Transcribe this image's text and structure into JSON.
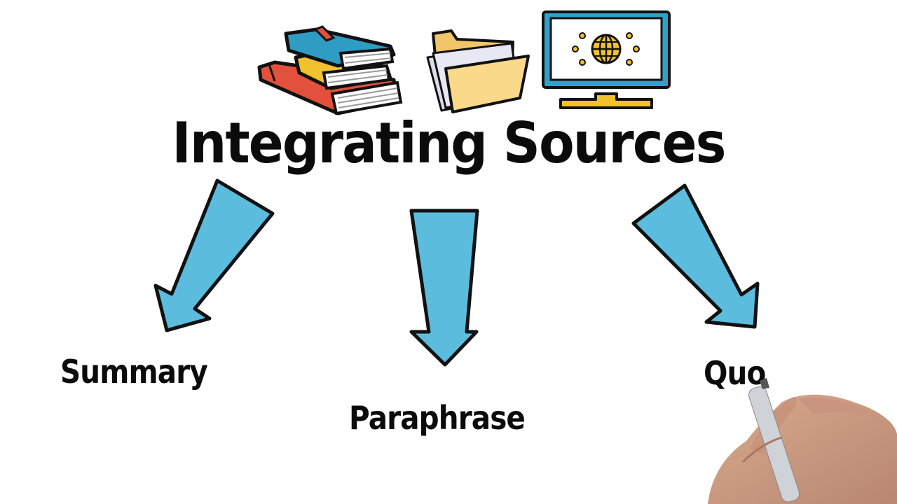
{
  "title": "Integrating Sources",
  "branches": [
    {
      "label": "Summary"
    },
    {
      "label": "Paraphrase"
    },
    {
      "label": "Quo"
    }
  ],
  "icons": [
    "books-stack-icon",
    "folder-icon",
    "monitor-globe-icon"
  ],
  "colors": {
    "arrow_fill": "#5bbcde",
    "outline": "#111111",
    "book_blue": "#2f9cc4",
    "book_yellow": "#f2c12e",
    "book_red": "#e3503c",
    "folder": "#fbd98a",
    "monitor_frame": "#2ea3c9",
    "globe": "#f2c12e"
  }
}
